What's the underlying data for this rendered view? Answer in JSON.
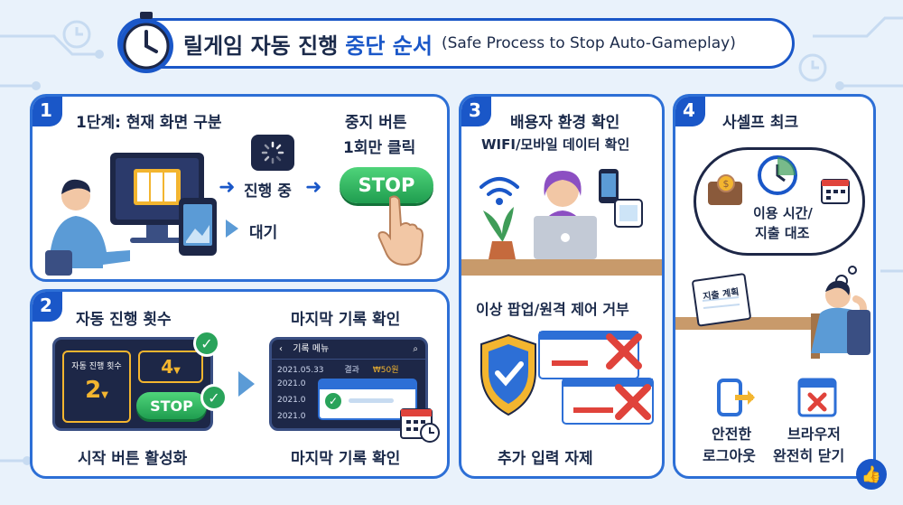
{
  "header": {
    "title_main": "릴게임 자동 진행",
    "title_accent": "중단 순서",
    "title_sub": "(Safe Process to Stop Auto-Gameplay)"
  },
  "panel1": {
    "number": "1",
    "title": "1단계: 현재 화면 구분",
    "state_progress": "진행 중",
    "state_wait": "대기",
    "stop_caption_line1": "중지 버튼",
    "stop_caption_line2": "1회만 클릭",
    "stop_label": "STOP"
  },
  "panel2": {
    "number": "2",
    "title": "자동 진행 횟수",
    "right_title": "마지막 기록 확인",
    "auto_count_label": "자동 진행 횟수",
    "auto_count_value": "2",
    "count_value_right": "4",
    "stop_label": "STOP",
    "record_menu": "기록 메뉴",
    "record_date": "2021.05.33",
    "record_result": "결과",
    "record_amount": "₩50원",
    "record_date2": "2021.0",
    "record_date3": "2021.0",
    "record_date4": "2021.0",
    "bottom_left": "시작 버튼 활성화",
    "bottom_right": "마지막 기록 확인"
  },
  "panel3": {
    "number": "3",
    "title": "배용자 환경 확인",
    "subtitle": "WIFI/모바일 데이터 확인",
    "popup_title": "이상 팝업/원격 제어 거부",
    "bottom": "추가 입력 자제"
  },
  "panel4": {
    "number": "4",
    "title": "사셀프 최크",
    "bubble_line1": "이용 시간/",
    "bubble_line2": "지출 대조",
    "notebook_label": "지출 계획",
    "logout_line1": "안전한",
    "logout_line2": "로그아웃",
    "close_line1": "브라우저",
    "close_line2": "완전히 닫기"
  },
  "colors": {
    "accent_blue": "#1a57c8",
    "stop_green": "#29a35a",
    "danger_red": "#e0433b",
    "shield_gold": "#f3b52f"
  }
}
